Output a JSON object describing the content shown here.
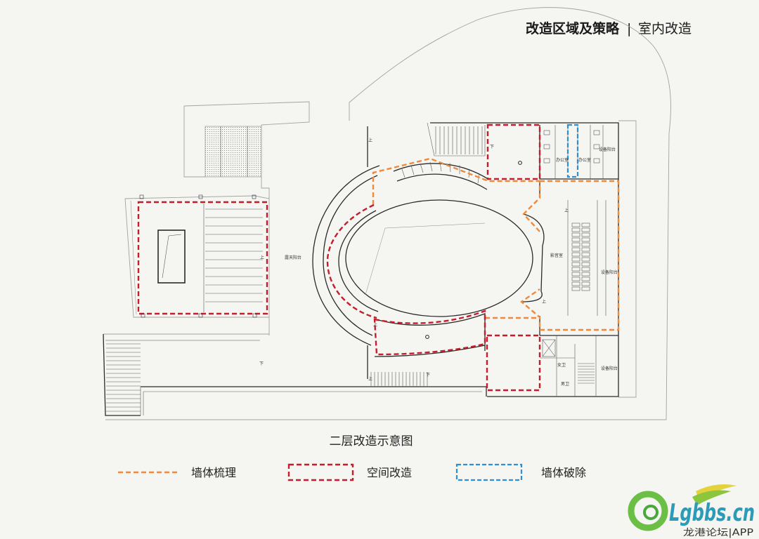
{
  "header": {
    "title_main": "改造区域及策略",
    "separator": "|",
    "title_sub": "室内改造"
  },
  "plan": {
    "labels": {
      "open_balcony": "露天阳台",
      "av_room": "影音室",
      "equipment_balcony": "设备阳台",
      "office": "办公室",
      "female_wc": "女卫",
      "male_wc": "男卫",
      "up": "上",
      "down": "下"
    }
  },
  "caption": "二层改造示意图",
  "legend": [
    {
      "label": "墙体梳理",
      "color": "#ef8a3d"
    },
    {
      "label": "空间改造",
      "color": "#c41e2c"
    },
    {
      "label": "墙体破除",
      "color": "#2f8fd4"
    }
  ],
  "watermark": {
    "brand": "Lgbbs.cn",
    "app": "龙港论坛|APP"
  },
  "colors": {
    "background": "#f5f5f2",
    "wall": "#2a2a2a",
    "site_line": "#a2a2a2"
  }
}
